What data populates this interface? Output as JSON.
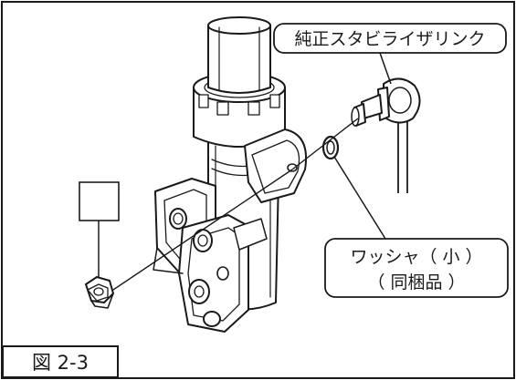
{
  "figure": {
    "label": "図 2-3"
  },
  "callouts": {
    "stabilizer_link": "純正スタビライザリンク",
    "washer_line1": "ワッシャ（ 小 ）",
    "washer_line2": "（ 同梱品 ）"
  },
  "colors": {
    "line": "#1a1a1a",
    "background": "#ffffff"
  }
}
